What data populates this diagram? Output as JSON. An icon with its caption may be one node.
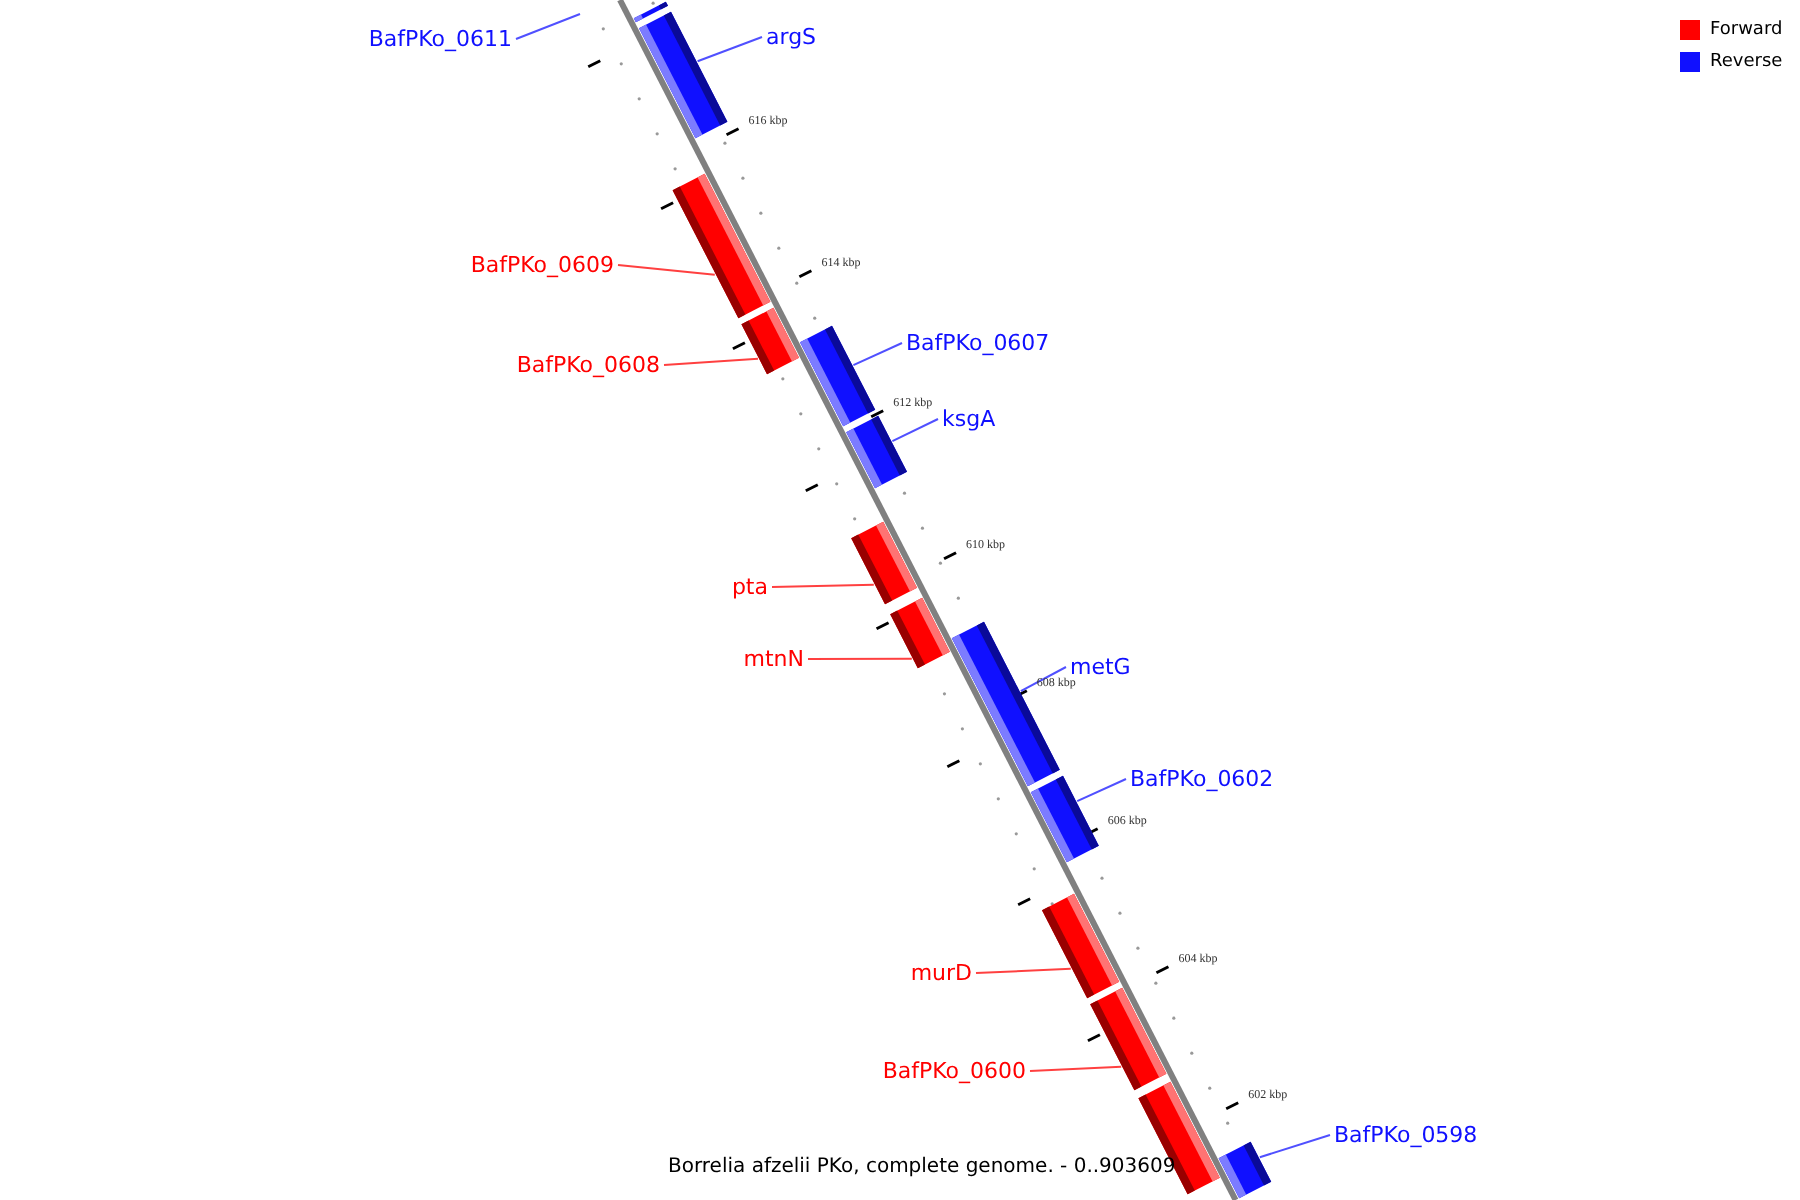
{
  "diagram": {
    "caption": "Borrelia afzelii PKo, complete genome. - 0..903609",
    "nodes": [
      {
        "text": [
          "BafPKo_0611"
        ]
      },
      {
        "text": [],
        "shape": "bar"
      },
      {
        "text": [
          "argS"
        ]
      },
      {
        "text": [],
        "shape": "bar"
      },
      {
        "text": [],
        "shape": "bar"
      },
      {
        "text": [
          "BafPKo_0609"
        ]
      },
      {
        "text": [],
        "shape": "bar"
      },
      {
        "text": [
          "BafPKo_0608"
        ]
      },
      {
        "text": [],
        "shape": "bar"
      },
      {
        "text": [
          "BafPKo_0607"
        ]
      },
      {
        "text": [],
        "shape": "bar"
      },
      {
        "text": [
          "ksgA"
        ]
      },
      {
        "text": [],
        "shape": "bar"
      },
      {
        "text": [
          "pta"
        ]
      },
      {
        "text": [],
        "shape": "bar"
      },
      {
        "text": [
          "mtnN"
        ]
      },
      {
        "text": [],
        "shape": "bar"
      },
      {
        "text": [
          "metG"
        ]
      },
      {
        "text": [],
        "shape": "bar"
      },
      {
        "text": [
          "BafPKo_0602"
        ]
      },
      {
        "text": [],
        "shape": "bar"
      },
      {
        "text": [
          "murD"
        ]
      },
      {
        "text": [],
        "shape": "bar"
      },
      {
        "text": [
          "BafPKo_0600"
        ]
      },
      {
        "text": [],
        "shape": "bar"
      },
      {
        "text": [],
        "shape": "bar"
      },
      {
        "text": [
          "BafPKo_0598"
        ]
      }
    ],
    "edges": [
      {
        "from": 0,
        "to": null,
        "arrow": "none"
      },
      {
        "from": 2,
        "to": 3,
        "arrow": "none"
      },
      {
        "from": 5,
        "to": 4,
        "arrow": "none",
        "color": "#ff4040"
      },
      {
        "from": 7,
        "to": 6,
        "arrow": "none",
        "color": "#ff4040"
      },
      {
        "from": 9,
        "to": 8,
        "arrow": "none"
      },
      {
        "from": 11,
        "to": 10,
        "arrow": "none"
      },
      {
        "from": 13,
        "to": 12,
        "arrow": "none",
        "color": "#ff4040"
      },
      {
        "from": 15,
        "to": 14,
        "arrow": "none",
        "color": "#ff4040"
      },
      {
        "from": 17,
        "to": 16,
        "arrow": "none"
      },
      {
        "from": 19,
        "to": 18,
        "arrow": "none"
      },
      {
        "from": 21,
        "to": 20,
        "arrow": "none",
        "color": "#ff4040"
      },
      {
        "from": 23,
        "to": 22,
        "arrow": "none",
        "color": "#ff4040"
      },
      {
        "from": 26,
        "to": 25,
        "arrow": "none"
      }
    ],
    "labels": [
      "616 kbp",
      "614 kbp",
      "612 kbp",
      "610 kbp",
      "608 kbp",
      "606 kbp",
      "604 kbp",
      "602 kbp"
    ],
    "legend": [
      {
        "text": "Forward",
        "color": "#ff0000"
      },
      {
        "text": "Reverse",
        "color": "#1010ff"
      }
    ]
  }
}
